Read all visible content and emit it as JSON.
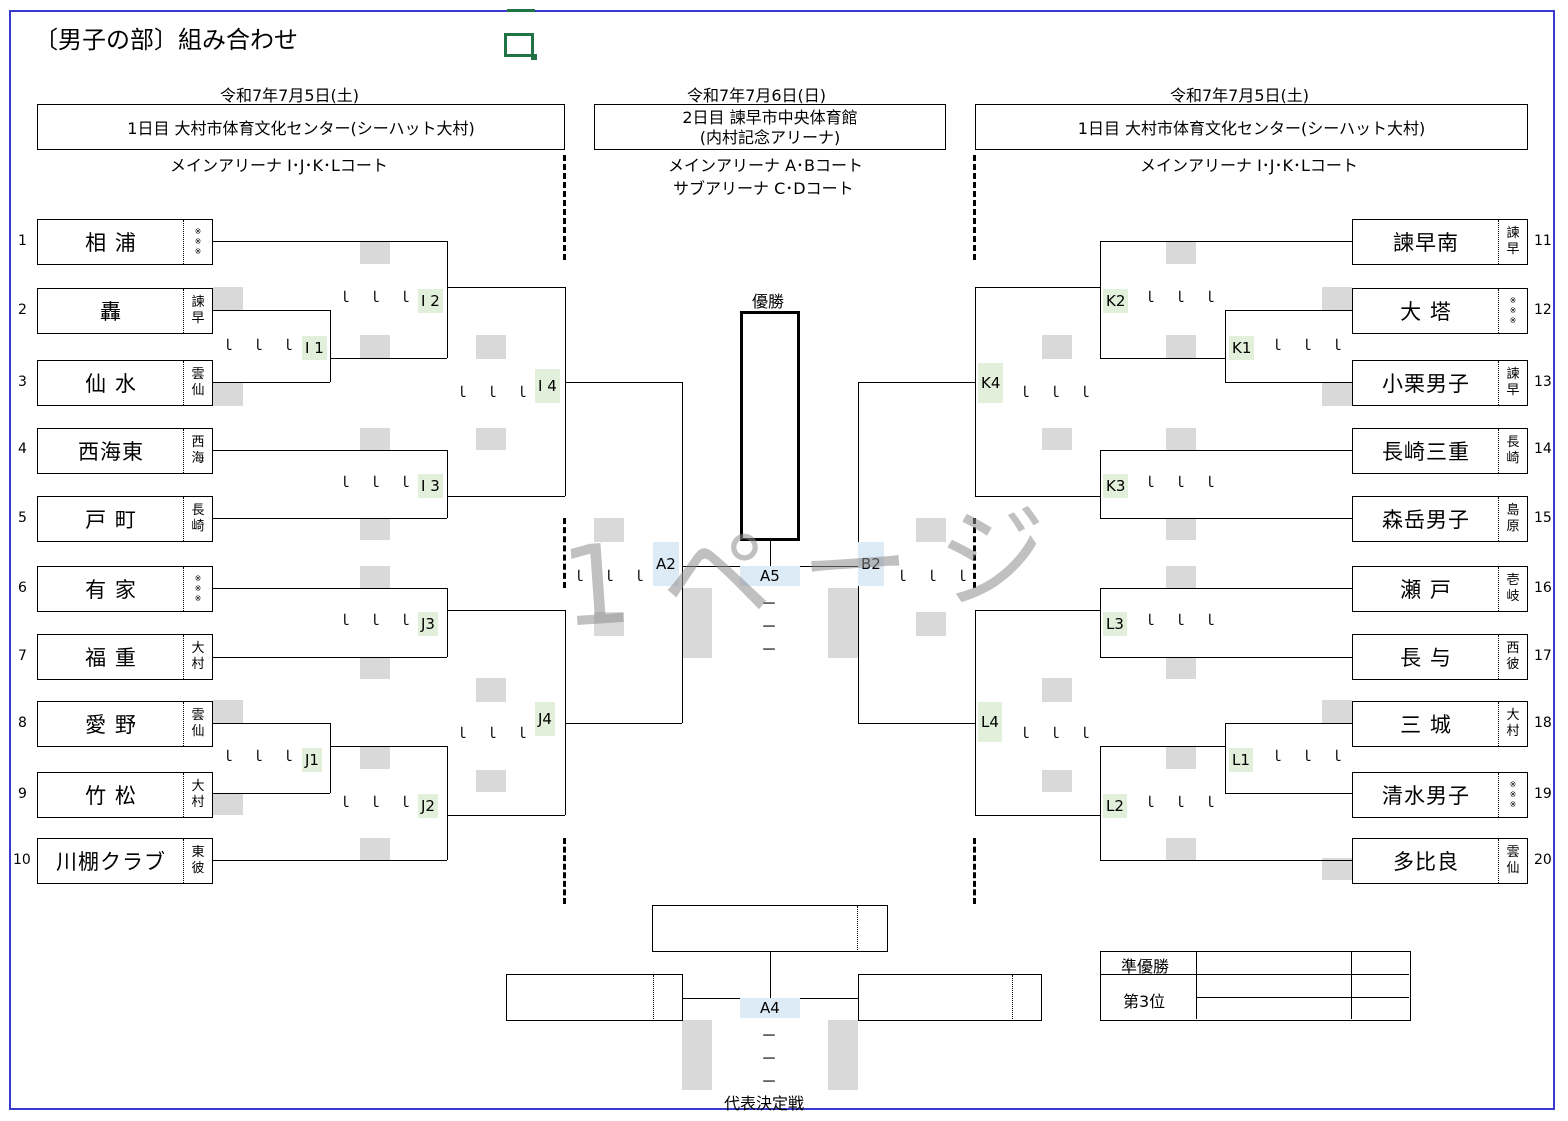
{
  "title": "〔男子の部〕組み合わせ",
  "watermark": "1ページ",
  "left_header": {
    "date": "令和7年7月5日(土)",
    "venue": "1日目  大村市体育文化センター(シーハット大村)",
    "court": "メインアリーナ  I･J･K･Lコート"
  },
  "center_header": {
    "date": "令和7年7月6日(日)",
    "venue_line1": "2日目  諫早市中央体育館",
    "venue_line2": "(内村記念アリーナ)",
    "court1": "メインアリーナ  A･Bコート",
    "court2": "サブアリーナ  C･Dコート"
  },
  "right_header": {
    "date": "令和7年7月5日(土)",
    "venue": "1日目  大村市体育文化センター(シーハット大村)",
    "court": "メインアリーナ  I･J･K･Lコート"
  },
  "left_teams": [
    {
      "num": "1",
      "name": "相  浦",
      "area": [
        "※",
        "※",
        "※"
      ]
    },
    {
      "num": "2",
      "name": "轟",
      "area": [
        "諫",
        "早"
      ]
    },
    {
      "num": "3",
      "name": "仙  水",
      "area": [
        "雲",
        "仙"
      ]
    },
    {
      "num": "4",
      "name": "西海東",
      "area": [
        "西",
        "海"
      ]
    },
    {
      "num": "5",
      "name": "戸  町",
      "area": [
        "長",
        "崎"
      ]
    },
    {
      "num": "6",
      "name": "有  家",
      "area": [
        "※",
        "※",
        "※"
      ]
    },
    {
      "num": "7",
      "name": "福  重",
      "area": [
        "大",
        "村"
      ]
    },
    {
      "num": "8",
      "name": "愛  野",
      "area": [
        "雲",
        "仙"
      ]
    },
    {
      "num": "9",
      "name": "竹  松",
      "area": [
        "大",
        "村"
      ]
    },
    {
      "num": "10",
      "name": "川棚クラブ",
      "area": [
        "東",
        "彼"
      ]
    }
  ],
  "right_teams": [
    {
      "num": "11",
      "name": "諫早南",
      "area": [
        "諫",
        "早"
      ]
    },
    {
      "num": "12",
      "name": "大  塔",
      "area": [
        "※",
        "※",
        "※"
      ]
    },
    {
      "num": "13",
      "name": "小栗男子",
      "area": [
        "諫",
        "早"
      ]
    },
    {
      "num": "14",
      "name": "長崎三重",
      "area": [
        "長",
        "崎"
      ]
    },
    {
      "num": "15",
      "name": "森岳男子",
      "area": [
        "島",
        "原"
      ]
    },
    {
      "num": "16",
      "name": "瀬  戸",
      "area": [
        "壱",
        "岐"
      ]
    },
    {
      "num": "17",
      "name": "長  与",
      "area": [
        "西",
        "彼"
      ]
    },
    {
      "num": "18",
      "name": "三  城",
      "area": [
        "大",
        "村"
      ]
    },
    {
      "num": "19",
      "name": "清水男子",
      "area": [
        "※",
        "※",
        "※"
      ]
    },
    {
      "num": "20",
      "name": "多比良",
      "area": [
        "雲",
        "仙"
      ]
    }
  ],
  "match_codes": {
    "I1": "I 1",
    "I2": "I 2",
    "I3": "I 3",
    "I4": "I 4",
    "J1": "J1",
    "J2": "J2",
    "J3": "J3",
    "J4": "J4",
    "K1": "K1",
    "K2": "K2",
    "K3": "K3",
    "K4": "K4",
    "L1": "L1",
    "L2": "L2",
    "L3": "L3",
    "L4": "L4",
    "A2": "A2",
    "B2": "B2",
    "A5": "A5",
    "A4": "A4"
  },
  "score_ticks": "ｌｌｌ",
  "dash_mark": "－",
  "champion_label": "優勝",
  "representative_label": "代表決定戦",
  "results": {
    "runner_up": "準優勝",
    "third": "第3位"
  }
}
